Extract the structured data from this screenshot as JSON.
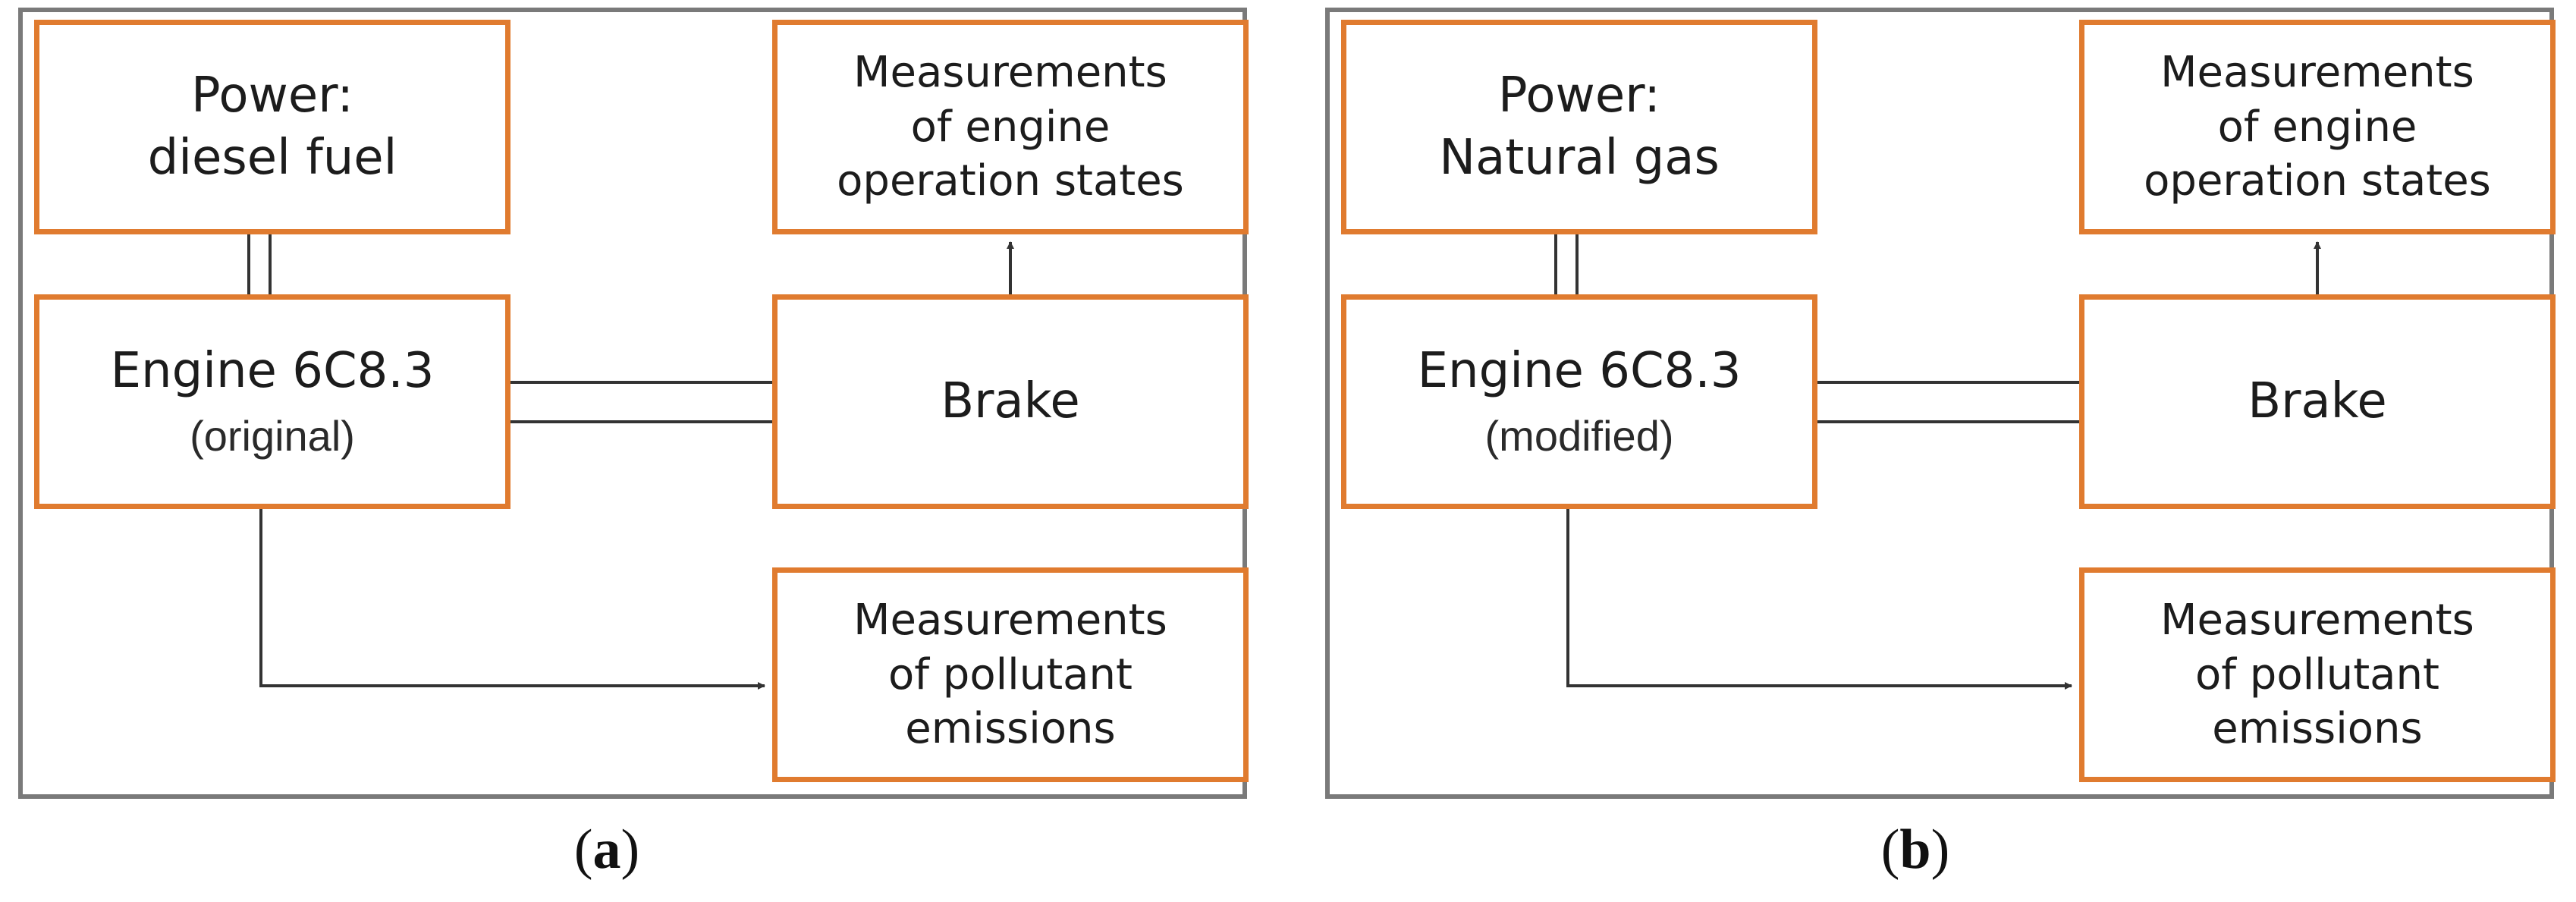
{
  "colors": {
    "box_border": "#e07b2f",
    "panel_border": "#7a7a7a",
    "connector": "#333333"
  },
  "panels": [
    {
      "caption": "a",
      "power_line1": "Power:",
      "power_line2": "diesel fuel",
      "meas_op_line1": "Measurements",
      "meas_op_line2": "of engine",
      "meas_op_line3": "operation states",
      "engine_line1": "Engine 6C8.3",
      "engine_line2": "(original)",
      "brake": "Brake",
      "meas_em_line1": "Measurements",
      "meas_em_line2": "of pollutant",
      "meas_em_line3": "emissions"
    },
    {
      "caption": "b",
      "power_line1": "Power:",
      "power_line2": "Natural gas",
      "meas_op_line1": "Measurements",
      "meas_op_line2": "of engine",
      "meas_op_line3": "operation states",
      "engine_line1": "Engine 6C8.3",
      "engine_line2": "(modified)",
      "brake": "Brake",
      "meas_em_line1": "Measurements",
      "meas_em_line2": "of pollutant",
      "meas_em_line3": "emissions"
    }
  ]
}
